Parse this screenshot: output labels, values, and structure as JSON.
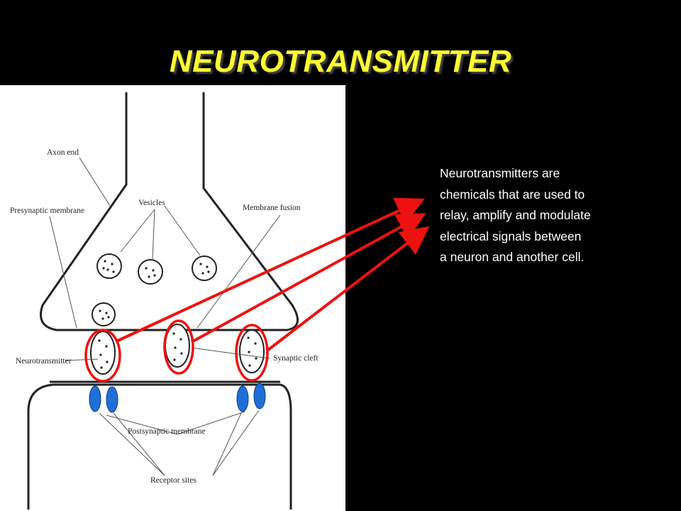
{
  "slide": {
    "title": "NEUROTRANSMITTER",
    "description_lines": [
      "Neurotransmitters are",
      "chemicals that are used to",
      "relay, amplify and modulate",
      "electrical signals between",
      "a neuron and another cell."
    ]
  },
  "diagram": {
    "labels": {
      "axon_end": "Axon end",
      "presynaptic_membrane": "Presynaptic membrane",
      "vesicles": "Vesicles",
      "membrane_fusion": "Membrane fusion",
      "neurotransmitter": "Neurotransmitter",
      "synaptic_cleft": "Synaptic cleft",
      "postsynaptic_membrane": "Postsynaptic membrane",
      "receptor_sites": "Receptor sites"
    },
    "colors": {
      "panel_background": "#ffffff",
      "outline": "#222222",
      "receptor": "#1f6fd6",
      "highlight_arrow": "#ee1111"
    }
  },
  "colors": {
    "background": "#000000",
    "title": "#ffff33",
    "text": "#ffffff"
  }
}
